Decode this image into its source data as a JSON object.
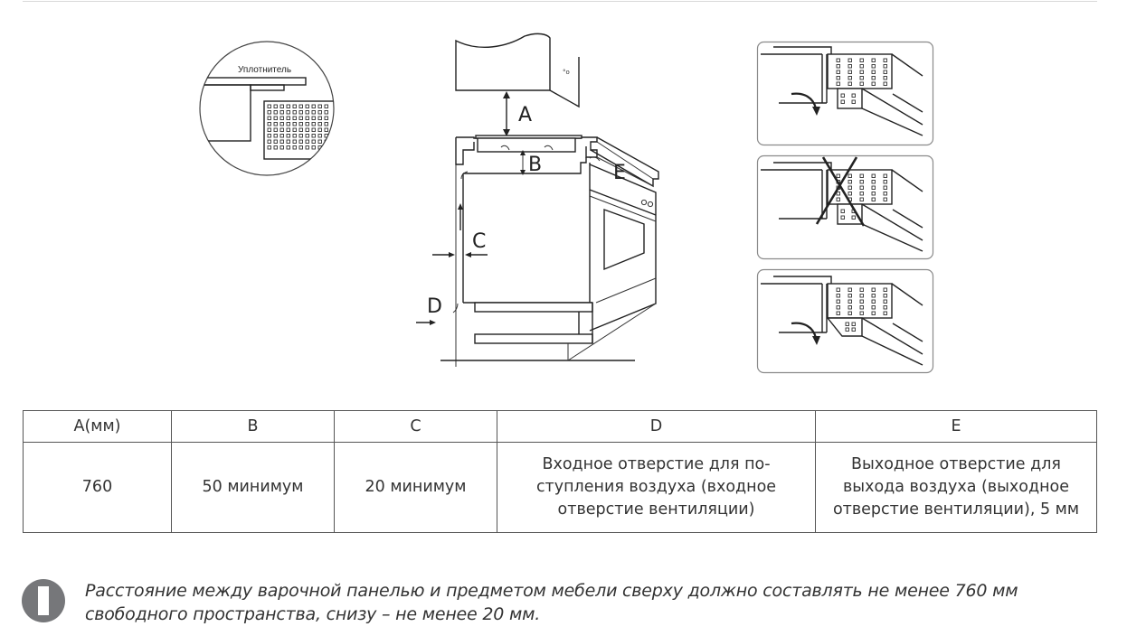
{
  "figure": {
    "seal_detail": {
      "label": "Уплотнитель"
    },
    "cabinet_diagram": {
      "labels": {
        "a": "A",
        "b": "B",
        "c": "C",
        "d": "D",
        "e": "E"
      }
    },
    "install_variants": [
      {
        "state": "correct"
      },
      {
        "state": "incorrect"
      },
      {
        "state": "correct"
      }
    ]
  },
  "table": {
    "headers": [
      "A(мм)",
      "B",
      "C",
      "D",
      "E"
    ],
    "values": [
      "760",
      "50 минимум",
      "20 минимум",
      "Входное отверстие для по-ступления воздуха (входное отверстие вентиляции)",
      "Выходное отверстие для выхода воздуха (выходное отверстие вентиляции), 5 мм"
    ],
    "value_lines": {
      "d": [
        "Входное отверстие для по-",
        "ступления воздуха (входное",
        "отверстие вентиляции)"
      ],
      "e": [
        "Выходное отверстие для",
        "выхода воздуха (выходное",
        "отверстие вентиляции), 5 мм"
      ]
    }
  },
  "note": {
    "icon": "info-exclamation-icon",
    "text": "Расстояние между варочной панелью и предметом мебели сверху должно составлять не менее 760 мм свободного пространства, снизу – не менее 20 мм."
  }
}
